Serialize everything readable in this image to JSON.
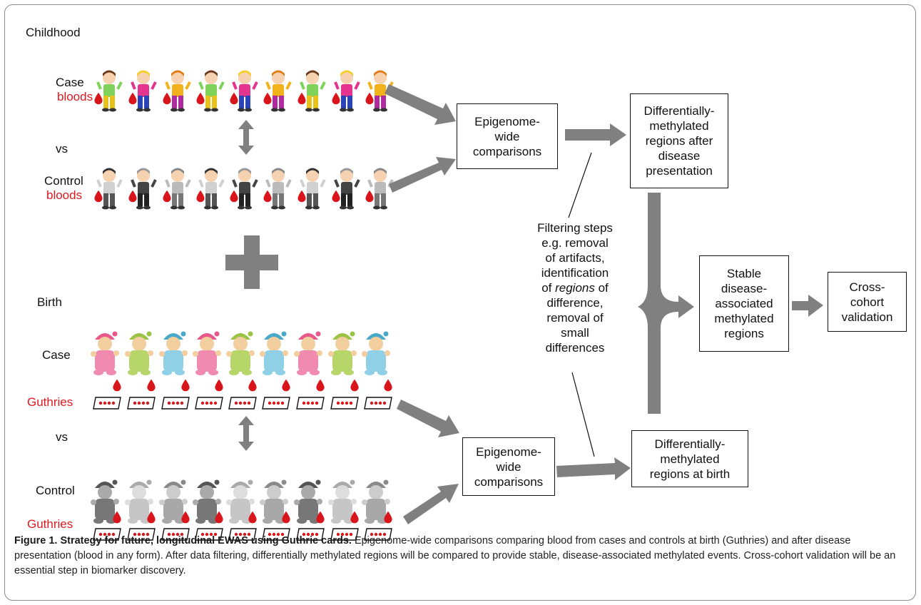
{
  "sections": {
    "childhood": "Childhood",
    "birth": "Birth"
  },
  "childhood": {
    "case_line1": "Case",
    "case_line2": "bloods",
    "vs": "vs",
    "control_line1": "Control",
    "control_line2": "bloods"
  },
  "birth": {
    "case": "Case",
    "case_guthries": "Guthries",
    "vs": "vs",
    "control": "Control",
    "control_guthries": "Guthries"
  },
  "boxes": {
    "epigenome_top": "Epigenome-\nwide\ncomparisons",
    "epigenome_bottom": "Epigenome-\nwide\ncomparisons",
    "dmr_after": "Differentially-\nmethylated\nregions after\ndisease\npresentation",
    "dmr_birth": "Differentially-\nmethylated\nregions at birth",
    "stable": "Stable\ndisease-\nassociated\nmethylated\nregions",
    "validation": "Cross-\ncohort\nvalidation"
  },
  "filtering": {
    "line1": "Filtering steps",
    "line2": "e.g. removal",
    "line3": "of artifacts,",
    "line4": "identification",
    "line5_pre": "of ",
    "line5_em": "regions",
    "line5_post": " of",
    "line6": "difference,",
    "line7": "removal of",
    "line8": "small",
    "line9": "differences"
  },
  "caption": {
    "title": "Figure 1. Strategy for future, longitudinal EWAS using Guthrie cards.",
    "body": " Epigenome-wide comparisons comparing blood from cases and controls at birth (Guthries) and after disease presentation (blood in any form). After data filtering, differentially methylated regions will be compared to provide stable, disease-associated methylated events. Cross-cohort validation will be an essential step in biomarker discovery."
  },
  "colors": {
    "arrow": "#808080",
    "label_red": "#e0191f",
    "blood": "#d8151b"
  },
  "icons": {
    "child_figure": "cartoon-child-icon",
    "baby_figure": "cartoon-baby-icon",
    "blood_drop": "blood-drop-icon",
    "guthrie_card": "guthrie-card-icon",
    "plus": "plus-icon",
    "double_arrow": "double-arrow-icon"
  }
}
